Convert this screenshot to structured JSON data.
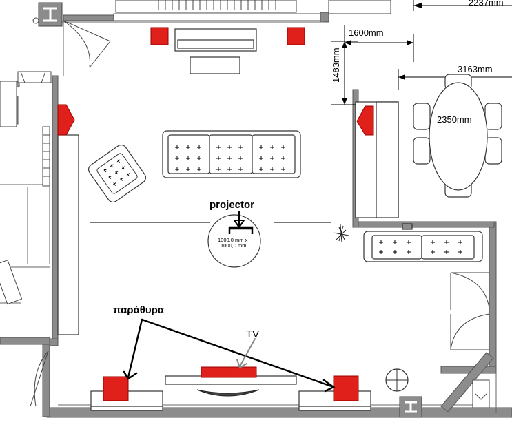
{
  "dimensions": {
    "top_right_partial": "2237mm",
    "width_1600": "1600mm",
    "height_1483": "1483mm",
    "width_3163": "3163mm",
    "table_2350": "2350mm"
  },
  "labels": {
    "projector": "projector",
    "projector_circle_line1": "1000,0 mm x",
    "projector_circle_line2": "1000,0 mm",
    "windows": "παράθυρα",
    "tv": "TV"
  },
  "colors": {
    "accent_red": "#e0201b",
    "wall_gray": "#8c8c8c",
    "line": "#222222"
  }
}
